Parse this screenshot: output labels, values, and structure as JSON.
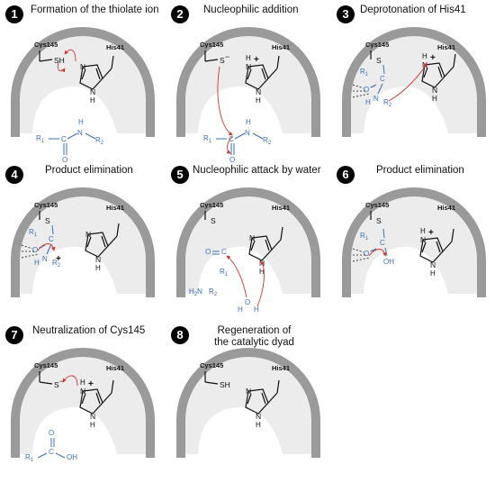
{
  "panels": [
    {
      "num": "1",
      "title": [
        "Formation of the thiolate ion"
      ]
    },
    {
      "num": "2",
      "title": [
        "Nucleophilic addition"
      ]
    },
    {
      "num": "3",
      "title": [
        "Deprotonation of His41"
      ]
    },
    {
      "num": "4",
      "title": [
        "Product elimination"
      ]
    },
    {
      "num": "5",
      "title": [
        "Nucleophilic attack by water"
      ]
    },
    {
      "num": "6",
      "title": [
        "Product elimination"
      ]
    },
    {
      "num": "7",
      "title": [
        "Neutralization of Cys145"
      ]
    },
    {
      "num": "8",
      "title": [
        "Regeneration of",
        "the catalytic dyad"
      ]
    }
  ],
  "labels": {
    "cys": "Cys145",
    "his": "His41",
    "sh": "SH",
    "s": "S",
    "s_minus": "S",
    "minus": "−",
    "plus": "+",
    "n": "N",
    "h": "H",
    "c": "C",
    "o": "O",
    "oh": "OH",
    "r1": "R",
    "r2": "R",
    "r1_sub": "1",
    "r2_sub": "2",
    "h2n": "H",
    "h2n_sub": "2",
    "h2n_n": "N"
  },
  "colors": {
    "ink": "#111111",
    "substrate": "#3d6fb0",
    "arrow": "#cc3a32",
    "protein": "#9a9a9a",
    "pocket": "#ececec",
    "badge": "#000000"
  }
}
